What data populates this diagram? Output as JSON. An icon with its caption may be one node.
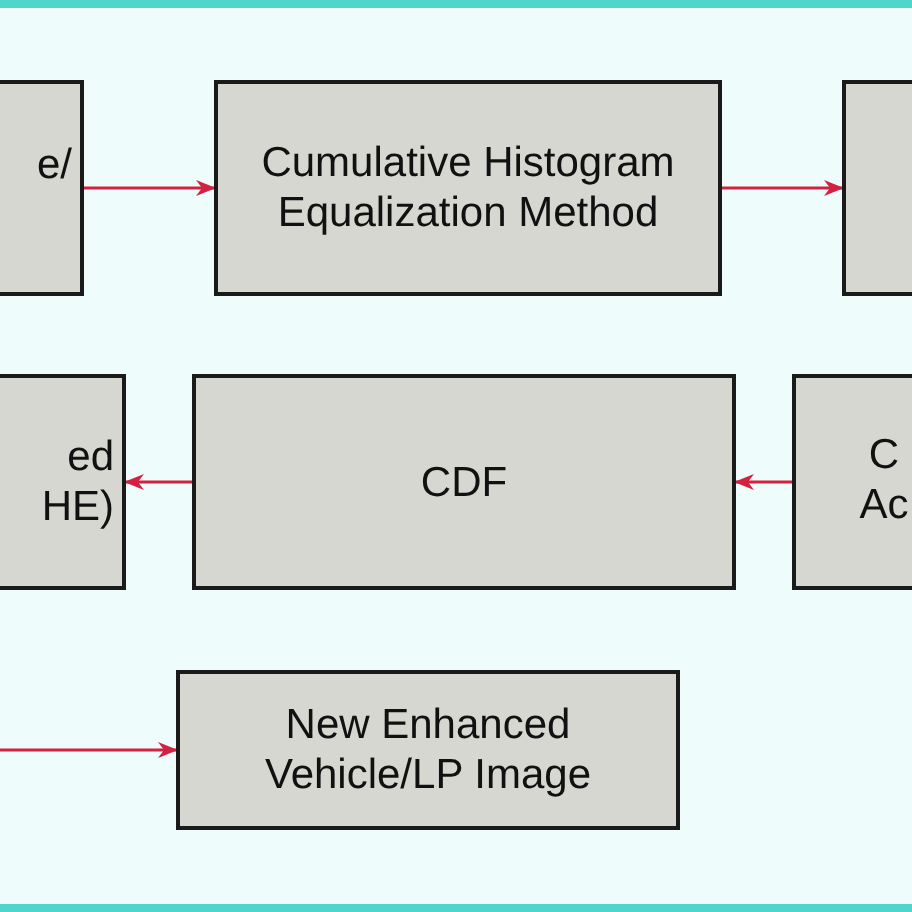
{
  "diagram": {
    "nodes": [
      {
        "text": [
          "e/"
        ]
      },
      {
        "text": [
          "Cumulative Histogram Equalization Method"
        ]
      },
      {
        "text": [],
        "shape": "box"
      },
      {
        "text": [
          "ed HE)"
        ]
      },
      {
        "text": [
          "CDF"
        ]
      },
      {
        "text": [
          "C Ac"
        ]
      },
      {
        "text": [
          "New Enhanced Vehicle/LP Image"
        ]
      }
    ],
    "edges": [
      {
        "from": 0,
        "to": 1,
        "arrow": "to"
      },
      {
        "from": 1,
        "to": 2,
        "arrow": "to"
      },
      {
        "from": 5,
        "to": 4,
        "arrow": "to"
      },
      {
        "from": 4,
        "to": 3,
        "arrow": "to"
      },
      {
        "from": null,
        "to": 6,
        "arrow": "to"
      }
    ]
  }
}
